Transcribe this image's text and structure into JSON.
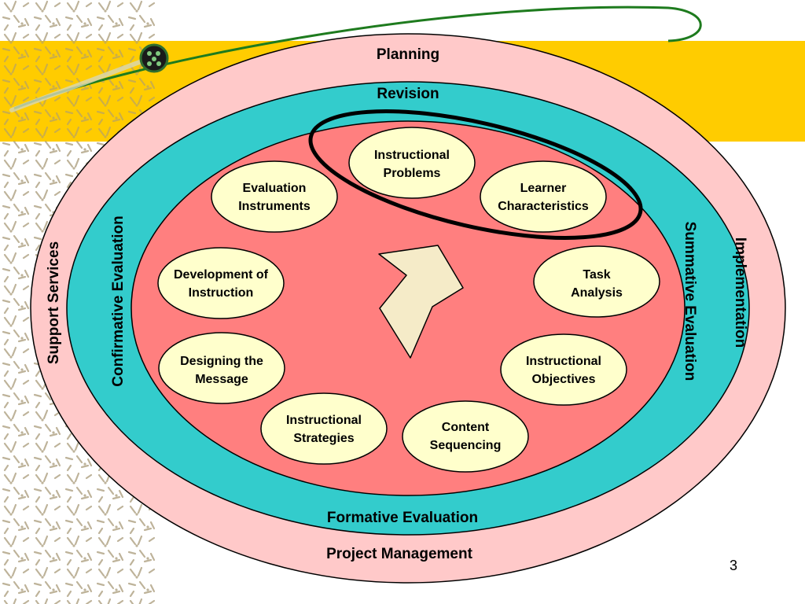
{
  "slide": {
    "page_number": "3"
  },
  "colors": {
    "band": "#FFCC00",
    "texture": "#9a8a66",
    "outer_ring": "#FFC9C9",
    "middle_ring": "#33CCCC",
    "inner_area": "#FF7F7F",
    "node_fill": "#FFFFCC",
    "arrow_fill": "#F5EBC8",
    "orbit_line": "#1E7B1E"
  },
  "rings": {
    "outer": {
      "top": "Planning",
      "bottom": "Project Management",
      "left": "Support Services",
      "right": "Implementation"
    },
    "middle": {
      "top": "Revision",
      "bottom": "Formative Evaluation",
      "left": "Confirmative Evaluation",
      "right": "Summative Evaluation"
    }
  },
  "nodes": [
    {
      "id": "instructional-problems",
      "line1": "Instructional",
      "line2": "Problems"
    },
    {
      "id": "learner-characteristics",
      "line1": "Learner",
      "line2": "Characteristics"
    },
    {
      "id": "task-analysis",
      "line1": "Task",
      "line2": "Analysis"
    },
    {
      "id": "instructional-objectives",
      "line1": "Instructional",
      "line2": "Objectives"
    },
    {
      "id": "content-sequencing",
      "line1": "Content",
      "line2": "Sequencing"
    },
    {
      "id": "instructional-strategies",
      "line1": "Instructional",
      "line2": "Strategies"
    },
    {
      "id": "designing-the-message",
      "line1": "Designing the",
      "line2": "Message"
    },
    {
      "id": "development-of-instruction",
      "line1": "Development of",
      "line2": "Instruction"
    },
    {
      "id": "evaluation-instruments",
      "line1": "Evaluation",
      "line2": "Instruments"
    }
  ]
}
